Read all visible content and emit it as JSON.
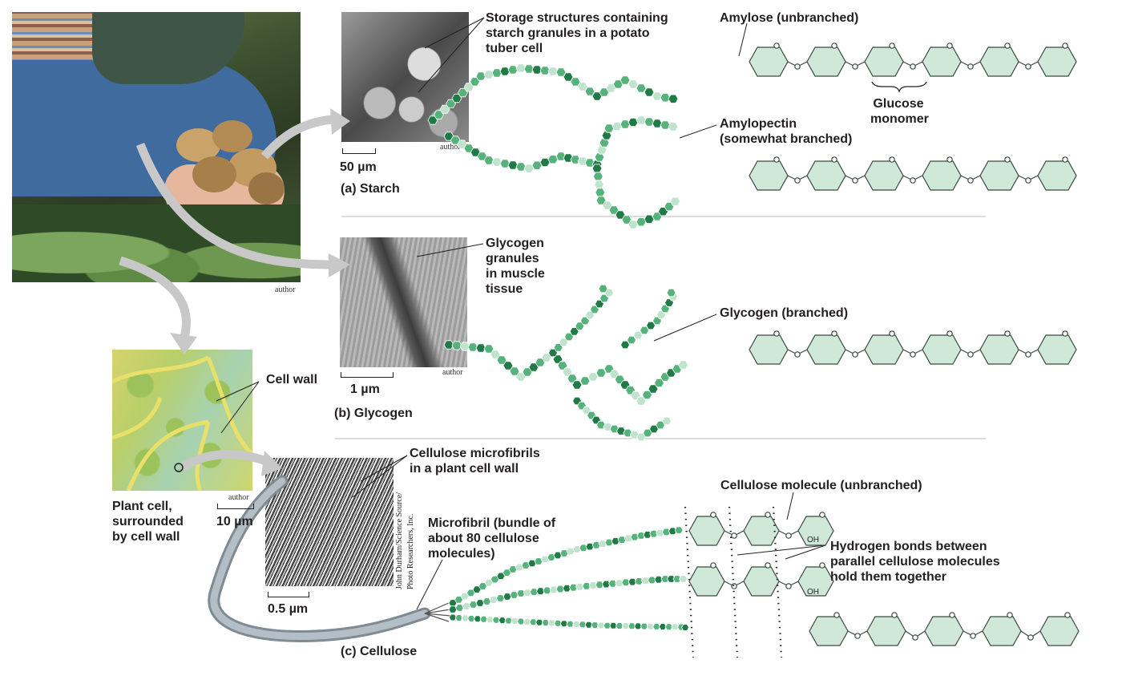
{
  "starch": {
    "storage_label": "Storage structures containing starch granules in a potato tuber cell",
    "storage_lines": [
      "Storage structures containing",
      "starch granules in a potato",
      "tuber cell"
    ],
    "amylose_label": "Amylose (unbranched)",
    "glucose_lines": [
      "Glucose",
      "monomer"
    ],
    "amylopectin_lines": [
      "Amylopectin",
      "(somewhat branched)"
    ],
    "scale": "50 µm",
    "panel_label": "(a) Starch",
    "credit": "author"
  },
  "glycogen": {
    "granules_lines": [
      "Glycogen",
      "granules",
      "in muscle",
      "tissue"
    ],
    "branched_label": "Glycogen (branched)",
    "scale": "1 µm",
    "panel_label": "(b) Glycogen",
    "credit": "author"
  },
  "plant": {
    "photo_credit": "author",
    "cell_wall_label": "Cell wall",
    "cell_lines": [
      "Plant cell,",
      "surrounded",
      "by cell wall"
    ],
    "scale": "10 µm",
    "credit": "author"
  },
  "cellulose": {
    "microfibrils_lines": [
      "Cellulose microfibrils",
      "in a plant cell wall"
    ],
    "credit_lines": [
      "John Durham/Science Source/",
      "Photo Researchers, Inc."
    ],
    "scale": "0.5 µm",
    "microfibril_lines": [
      "Microfibril (bundle of",
      "about 80 cellulose",
      "molecules)"
    ],
    "molecule_label": "Cellulose molecule (unbranched)",
    "hbond_lines": [
      "Hydrogen bonds between",
      "parallel cellulose molecules",
      "hold them together"
    ],
    "oh_label": "OH",
    "panel_label": "(c) Cellulose"
  },
  "colors": {
    "ring_fill": "#cfe8d8",
    "ring_stroke": "#3b4a40",
    "dark_green": "#1f7a45",
    "mid_green": "#55b27a",
    "light_green": "#bfe3cc",
    "arrow_gray": "#c8c8c8"
  }
}
